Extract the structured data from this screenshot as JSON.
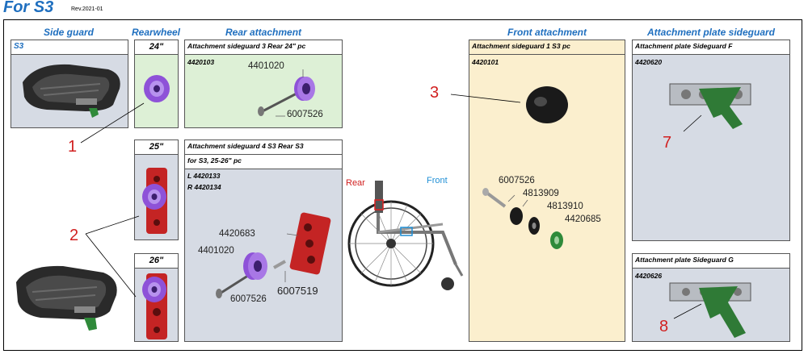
{
  "page": {
    "title": "For S3",
    "revision": "Rev.2021-01"
  },
  "columns": {
    "side_guard": "Side guard",
    "rearwheel": "Rearwheel",
    "rear_attachment": "Rear attachment",
    "front_attachment": "Front attachment",
    "attachment_plate": "Attachment plate sideguard"
  },
  "side_guard": {
    "label": "S3"
  },
  "rearwheel": {
    "size_24": "24\"",
    "size_25": "25\"",
    "size_26": "26\""
  },
  "rear_24": {
    "title": "Attachment sideguard 3 Rear 24\" pc",
    "code": "4420103",
    "part_a": "4401020",
    "part_b": "6007526"
  },
  "rear_2526": {
    "title_line1": "Attachment sideguard 4 S3 Rear S3",
    "title_line2": "for S3, 25-26\" pc",
    "code_l": "L 4420133",
    "code_r": "R 4420134",
    "part_a": "4420683",
    "part_b": "4401020",
    "part_c": "6007519",
    "part_d": "6007526"
  },
  "wheelchair": {
    "rear_label": "Rear",
    "front_label": "Front"
  },
  "front": {
    "title": "Attachment sideguard 1 S3 pc",
    "code": "4420101",
    "part_a": "6007526",
    "part_b": "4813909",
    "part_c": "4813910",
    "part_d": "4420685"
  },
  "plate_f": {
    "title": "Attachment plate Sideguard F",
    "code": "4420620"
  },
  "plate_g": {
    "title": "Attachment plate Sideguard G",
    "code": "4420626"
  },
  "callouts": {
    "n1": "1",
    "n2": "2",
    "n3": "3",
    "n7": "7",
    "n8": "8"
  },
  "colors": {
    "heading_blue": "#1f6fbf",
    "callout_red": "#d12020",
    "purple_part": "#8e52d8",
    "red_part": "#c42424",
    "green_part": "#2f8a3a"
  }
}
